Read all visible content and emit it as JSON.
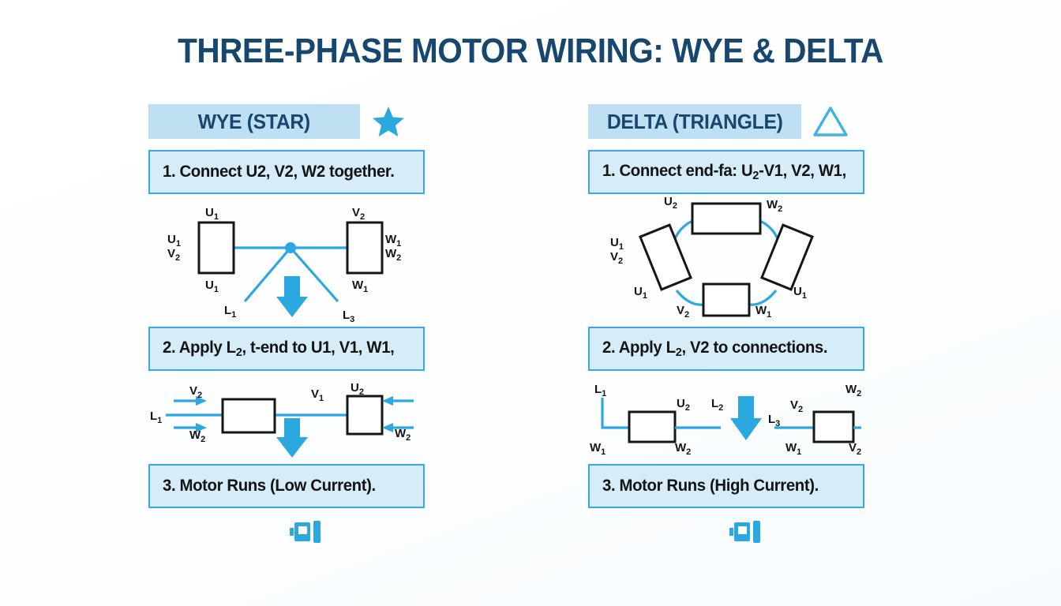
{
  "title": "THREE-PHASE MOTOR WIRING: WYE & DELTA",
  "colors": {
    "title_blue": "#17466e",
    "accent_blue": "#2ba8e0",
    "box_fill": "#d6edf9",
    "box_border": "#37a8e0",
    "header_bar": "#bfdff2",
    "background": "#fefeff"
  },
  "columns": [
    {
      "key": "wye",
      "header": {
        "label": "WYE (STAR)",
        "icon": "star-icon"
      },
      "steps": [
        {
          "number": "1.",
          "text": "1. Connect U2, V2, W2 together."
        },
        {
          "number": "2.",
          "text": "2. Apply L2, t-end to U1, V1, W1,"
        },
        {
          "number": "3.",
          "text": "3. Motor Runs (Low Current)."
        }
      ],
      "diagram_top": {
        "type": "wye-star-point",
        "coil_labels": [
          "U1",
          "V2",
          "W1",
          "W2",
          "U1",
          "V2",
          "U1",
          "W1"
        ],
        "line_labels": [
          "L1",
          "L3"
        ],
        "arrow": "down-arrow"
      },
      "diagram_bottom": {
        "type": "wye-terminal-feed",
        "labels": [
          "L1",
          "V2",
          "W2",
          "V1",
          "U2",
          "W2"
        ],
        "arrow": "down-arrow"
      },
      "motor_icon": "motor-icon"
    },
    {
      "key": "delta",
      "header": {
        "label": "DELTA (TRIANGLE)",
        "icon": "triangle-icon"
      },
      "steps": [
        {
          "number": "1.",
          "text": "1. Connect end-fa: U2-V1, V2, W1,"
        },
        {
          "number": "2.",
          "text": "2. Apply L2, V2 to connections."
        },
        {
          "number": "3.",
          "text": "3. Motor Runs (High Current)."
        }
      ],
      "diagram_top": {
        "type": "delta-ring",
        "labels": [
          "U2",
          "W2",
          "U1",
          "V2",
          "U1",
          "V2",
          "W1",
          "U1"
        ]
      },
      "diagram_bottom": {
        "type": "delta-terminal-feed",
        "labels_left": [
          "L1",
          "W1",
          "U2",
          "W2",
          "L2"
        ],
        "labels_right": [
          "L3",
          "V2",
          "W1",
          "W2",
          "V2"
        ],
        "arrow": "down-arrow"
      },
      "motor_icon": "motor-icon"
    }
  ]
}
